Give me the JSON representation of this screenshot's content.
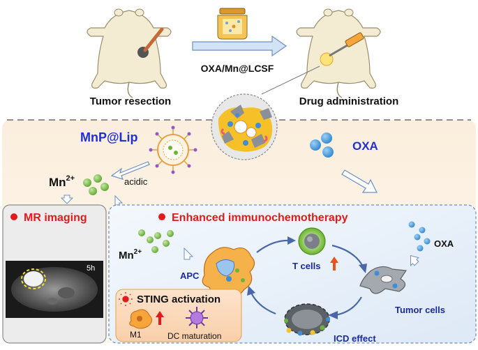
{
  "top": {
    "step1": "Tumor resection",
    "step2": "Drug administration",
    "drug": "OXA/Mn@LCSF"
  },
  "middle": {
    "liposome": "MnP@Lip",
    "oxa": "OXA",
    "mn_base": "Mn",
    "mn_sup": "2+",
    "acidic": "acidic"
  },
  "mr_panel": {
    "title": "MR imaging",
    "time": "5h"
  },
  "immuno_panel": {
    "title": "Enhanced immunochemotherapy",
    "mn_base": "Mn",
    "mn_sup": "2+",
    "apc": "APC",
    "tcells": "T cells",
    "oxa": "OXA",
    "tumor_cells": "Tumor cells",
    "icd": "ICD effect",
    "sting": "STING activation",
    "m1": "M1",
    "dc": "DC maturation"
  },
  "colors": {
    "blue_text": "#1f2fd0",
    "red_text": "#e01b1b",
    "dark_blue_text": "#1a2a9a"
  }
}
